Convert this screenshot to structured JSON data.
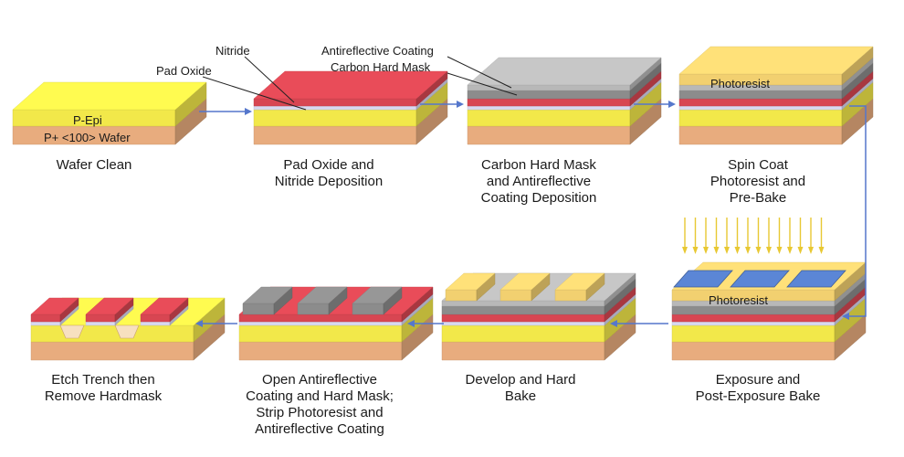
{
  "diagram": {
    "steps": [
      {
        "id": "wafer-clean",
        "caption": [
          "Wafer Clean"
        ],
        "labels": {
          "epi": "P-Epi",
          "substrate": "P+ <100> Wafer"
        }
      },
      {
        "id": "pad-oxide-nitride-deposition",
        "caption": [
          "Pad Oxide and",
          "Nitride Deposition"
        ],
        "callouts": {
          "nitride": "Nitride",
          "pad_oxide": "Pad Oxide"
        }
      },
      {
        "id": "carbon-hard-mask-arc-deposition",
        "caption": [
          "Carbon Hard Mask",
          "and Antireflective",
          "Coating Deposition"
        ],
        "callouts": {
          "arc": "Antireflective Coating",
          "chm": "Carbon Hard Mask"
        }
      },
      {
        "id": "spin-coat-photoresist",
        "caption": [
          "Spin Coat",
          "Photoresist and",
          "Pre-Bake"
        ],
        "labels": {
          "photoresist": "Photoresist"
        }
      },
      {
        "id": "exposure",
        "caption": [
          "Exposure and",
          "Post-Exposure Bake"
        ],
        "labels": {
          "photoresist": "Photoresist"
        }
      },
      {
        "id": "develop-hard-bake",
        "caption": [
          "Develop and Hard",
          "Bake"
        ]
      },
      {
        "id": "open-arc-hard-mask",
        "caption": [
          "Open Antireflective",
          "Coating and Hard Mask;",
          "Strip Photoresist and",
          "Antireflective Coating"
        ]
      },
      {
        "id": "etch-trench",
        "caption": [
          "Etch Trench then",
          "Remove Hardmask"
        ]
      }
    ],
    "colors": {
      "substrate": "#e8ac7e",
      "epi": "#f2e84a",
      "pad_oxide": "#d9d9f0",
      "nitride": "#d84652",
      "carbon_hard_mask": "#8c8c8c",
      "arc": "#b8b8b8",
      "photoresist": "#f2d070",
      "mask_plate": "#5b86d6",
      "uv_light": "#e8c832",
      "arrow": "#5577cc"
    }
  }
}
